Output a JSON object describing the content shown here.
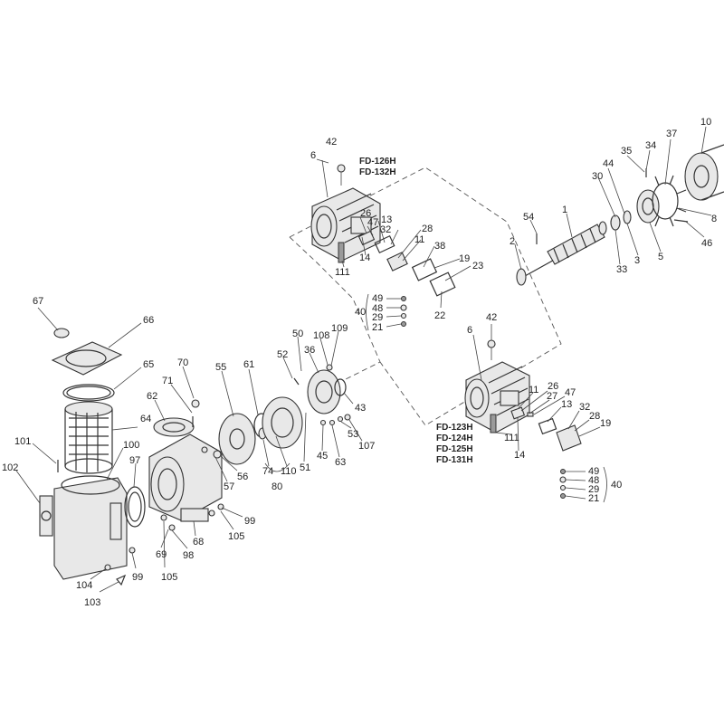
{
  "model_groups": {
    "upper": [
      "FD-126H",
      "FD-132H"
    ],
    "lower": [
      "FD-123H",
      "FD-124H",
      "FD-125H",
      "FD-131H"
    ]
  },
  "callouts": [
    {
      "id": "c42a",
      "text": "42"
    },
    {
      "id": "c6a",
      "text": "6"
    },
    {
      "id": "c26a",
      "text": "26"
    },
    {
      "id": "c47a",
      "text": "47"
    },
    {
      "id": "c13a",
      "text": "13"
    },
    {
      "id": "c32a",
      "text": "32"
    },
    {
      "id": "c28a",
      "text": "28"
    },
    {
      "id": "c11a",
      "text": "11"
    },
    {
      "id": "c38",
      "text": "38"
    },
    {
      "id": "c14a",
      "text": "14"
    },
    {
      "id": "c19a",
      "text": "19"
    },
    {
      "id": "c23",
      "text": "23"
    },
    {
      "id": "c22",
      "text": "22"
    },
    {
      "id": "c111a",
      "text": "111"
    },
    {
      "id": "c49a",
      "text": "49"
    },
    {
      "id": "c48a",
      "text": "48"
    },
    {
      "id": "c29a",
      "text": "29"
    },
    {
      "id": "c21a",
      "text": "21"
    },
    {
      "id": "c40a",
      "text": "40"
    },
    {
      "id": "c10",
      "text": "10"
    },
    {
      "id": "c37",
      "text": "37"
    },
    {
      "id": "c34",
      "text": "34"
    },
    {
      "id": "c35",
      "text": "35"
    },
    {
      "id": "c44",
      "text": "44"
    },
    {
      "id": "c30",
      "text": "30"
    },
    {
      "id": "c1",
      "text": "1"
    },
    {
      "id": "c54",
      "text": "54"
    },
    {
      "id": "c2",
      "text": "2"
    },
    {
      "id": "c33",
      "text": "33"
    },
    {
      "id": "c3",
      "text": "3"
    },
    {
      "id": "c5",
      "text": "5"
    },
    {
      "id": "c8",
      "text": "8"
    },
    {
      "id": "c46",
      "text": "46"
    },
    {
      "id": "c42b",
      "text": "42"
    },
    {
      "id": "c6b",
      "text": "6"
    },
    {
      "id": "c11b",
      "text": "11"
    },
    {
      "id": "c26b",
      "text": "26"
    },
    {
      "id": "c27",
      "text": "27"
    },
    {
      "id": "c47b",
      "text": "47"
    },
    {
      "id": "c13b",
      "text": "13"
    },
    {
      "id": "c32b",
      "text": "32"
    },
    {
      "id": "c28b",
      "text": "28"
    },
    {
      "id": "c19b",
      "text": "19"
    },
    {
      "id": "c111b",
      "text": "111"
    },
    {
      "id": "c14b",
      "text": "14"
    },
    {
      "id": "c49b",
      "text": "49"
    },
    {
      "id": "c48b",
      "text": "48"
    },
    {
      "id": "c29b",
      "text": "29"
    },
    {
      "id": "c21b",
      "text": "21"
    },
    {
      "id": "c40b",
      "text": "40"
    },
    {
      "id": "c67",
      "text": "67"
    },
    {
      "id": "c66",
      "text": "66"
    },
    {
      "id": "c65",
      "text": "65"
    },
    {
      "id": "c64",
      "text": "64"
    },
    {
      "id": "c101",
      "text": "101"
    },
    {
      "id": "c100",
      "text": "100"
    },
    {
      "id": "c102",
      "text": "102"
    },
    {
      "id": "c97",
      "text": "97"
    },
    {
      "id": "c104",
      "text": "104"
    },
    {
      "id": "c103",
      "text": "103"
    },
    {
      "id": "c99a",
      "text": "99"
    },
    {
      "id": "c105a",
      "text": "105"
    },
    {
      "id": "c69",
      "text": "69"
    },
    {
      "id": "c98",
      "text": "98"
    },
    {
      "id": "c68",
      "text": "68"
    },
    {
      "id": "c105b",
      "text": "105"
    },
    {
      "id": "c99b",
      "text": "99"
    },
    {
      "id": "c62",
      "text": "62"
    },
    {
      "id": "c70",
      "text": "70"
    },
    {
      "id": "c71",
      "text": "71"
    },
    {
      "id": "c57",
      "text": "57"
    },
    {
      "id": "c56",
      "text": "56"
    },
    {
      "id": "c55",
      "text": "55"
    },
    {
      "id": "c61",
      "text": "61"
    },
    {
      "id": "c74",
      "text": "74"
    },
    {
      "id": "c110",
      "text": "110"
    },
    {
      "id": "c80",
      "text": "80"
    },
    {
      "id": "c52",
      "text": "52"
    },
    {
      "id": "c50",
      "text": "50"
    },
    {
      "id": "c36",
      "text": "36"
    },
    {
      "id": "c108",
      "text": "108"
    },
    {
      "id": "c109",
      "text": "109"
    },
    {
      "id": "c51",
      "text": "51"
    },
    {
      "id": "c45",
      "text": "45"
    },
    {
      "id": "c63",
      "text": "63"
    },
    {
      "id": "c53",
      "text": "53"
    },
    {
      "id": "c107",
      "text": "107"
    },
    {
      "id": "c43",
      "text": "43"
    }
  ]
}
